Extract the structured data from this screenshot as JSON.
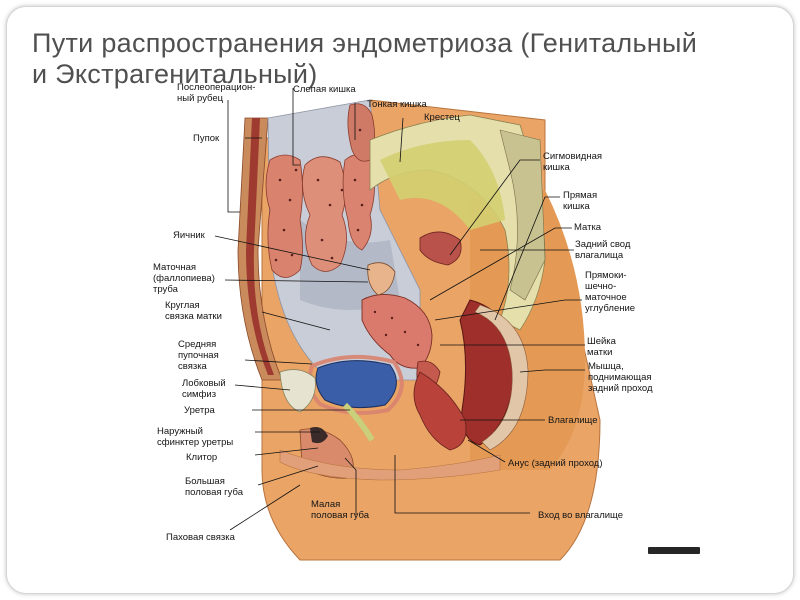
{
  "slide": {
    "title_line1": "Пути распространения эндометриоза (Генитальный",
    "title_line2": "и Экстрагенитальный)"
  },
  "labels": {
    "postop_scar": "Послеоперацион-\nный рубец",
    "navel": "Пупок",
    "cecum": "Слепая кишка",
    "small_intestine": "Тонкая кишка",
    "sacrum": "Крестец",
    "ovary": "Яичник",
    "sigmoid_colon": "Сигмовидная\nкишка",
    "rectum": "Прямая\nкишка",
    "uterus": "Матка",
    "posterior_fornix": "Задний свод\nвлагалища",
    "fallopian_tube": "Маточная\n(фаллопиева)\nтруба",
    "rectouterine_pouch": "Прямоки-\nшечно-\nматочное\nуглубление",
    "round_ligament": "Круглая\nсвязка матки",
    "median_umbilical_ligament": "Средняя\nпупочная\nсвязка",
    "cervix": "Шейка\nматки",
    "pubic_symphysis": "Лобковый\nсимфиз",
    "levator_ani": "Мышца,\nподнимающая\nзадний проход",
    "urethra": "Уретра",
    "vagina": "Влагалище",
    "urethral_sphincter": "Наружный\nсфинктер уретры",
    "clitoris": "Клитор",
    "anus": "Анус (задний проход)",
    "labia_majora": "Большая\nполовая губа",
    "labia_minora": "Малая\nполовая губа",
    "vaginal_opening": "Вход во влагалище",
    "inguinal_ligament": "Паховая связка"
  },
  "colors": {
    "skin": "#e9a466",
    "peritoneum": "#cfd3de",
    "intestine": "#d98a78",
    "muscle": "#a63a33",
    "bone": "#e8e3b0",
    "fat": "#d9d36a",
    "bladder": "#3a5ea8",
    "title": "#505050"
  }
}
